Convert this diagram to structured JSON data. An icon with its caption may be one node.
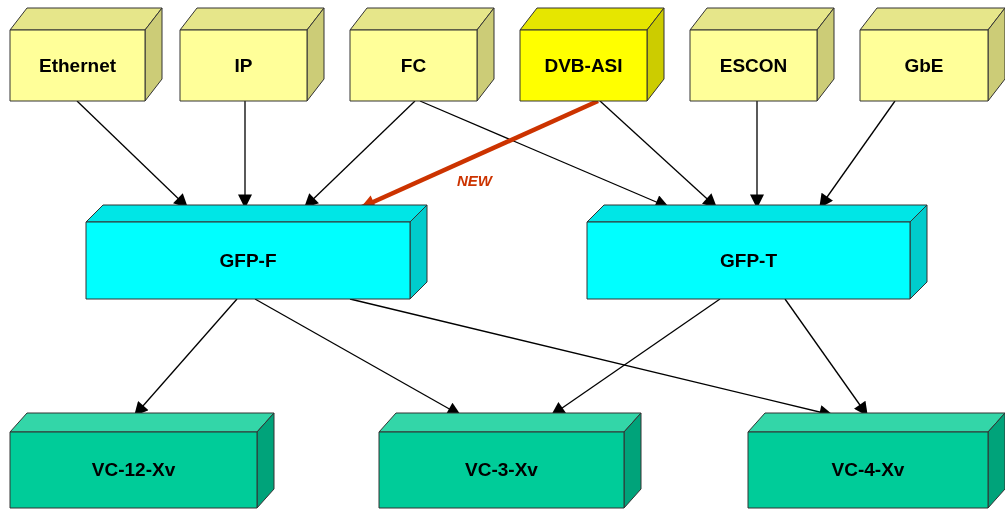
{
  "diagram": {
    "nodes": [
      {
        "text": [
          "Ethernet"
        ]
      },
      {
        "text": [
          "IP"
        ]
      },
      {
        "text": [
          "FC"
        ]
      },
      {
        "text": [
          "DVB-ASI"
        ]
      },
      {
        "text": [
          "ESCON"
        ]
      },
      {
        "text": [
          "GbE"
        ]
      },
      {
        "text": [
          "GFP-F"
        ]
      },
      {
        "text": [
          "GFP-T"
        ]
      },
      {
        "text": [
          "VC-12-Xv"
        ]
      },
      {
        "text": [
          "VC-3-Xv"
        ]
      },
      {
        "text": [
          "VC-4-Xv"
        ]
      }
    ],
    "edges": [
      {
        "from": 0,
        "to": 6,
        "arrow": "to"
      },
      {
        "from": 1,
        "to": 6,
        "arrow": "to"
      },
      {
        "from": 2,
        "to": 6,
        "arrow": "to"
      },
      {
        "from": 2,
        "to": 7,
        "arrow": "to"
      },
      {
        "from": 3,
        "to": 6,
        "arrow": "to",
        "label": "NEW",
        "style": "thick",
        "color": "#cc3300"
      },
      {
        "from": 3,
        "to": 7,
        "arrow": "to"
      },
      {
        "from": 4,
        "to": 7,
        "arrow": "to"
      },
      {
        "from": 5,
        "to": 7,
        "arrow": "to"
      },
      {
        "from": 6,
        "to": 8,
        "arrow": "to"
      },
      {
        "from": 6,
        "to": 9,
        "arrow": "to"
      },
      {
        "from": 6,
        "to": 10,
        "arrow": "to"
      },
      {
        "from": 7,
        "to": 9,
        "arrow": "to"
      },
      {
        "from": 7,
        "to": 10,
        "arrow": "to"
      }
    ]
  }
}
